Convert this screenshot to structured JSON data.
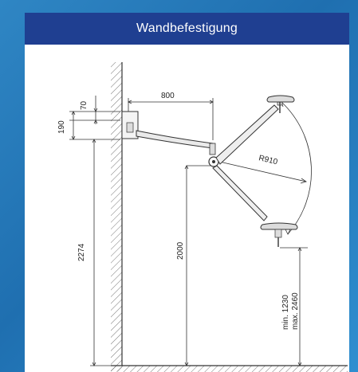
{
  "header": {
    "title": "Wandbefestigung"
  },
  "dimensions": {
    "arm_length": "800",
    "bracket_height": "190",
    "bracket_offset": "70",
    "mount_height": "2274",
    "pivot_height": "2000",
    "radius": "R910",
    "light_height_min": "min. 1230",
    "light_height_max": "max. 2460"
  }
}
